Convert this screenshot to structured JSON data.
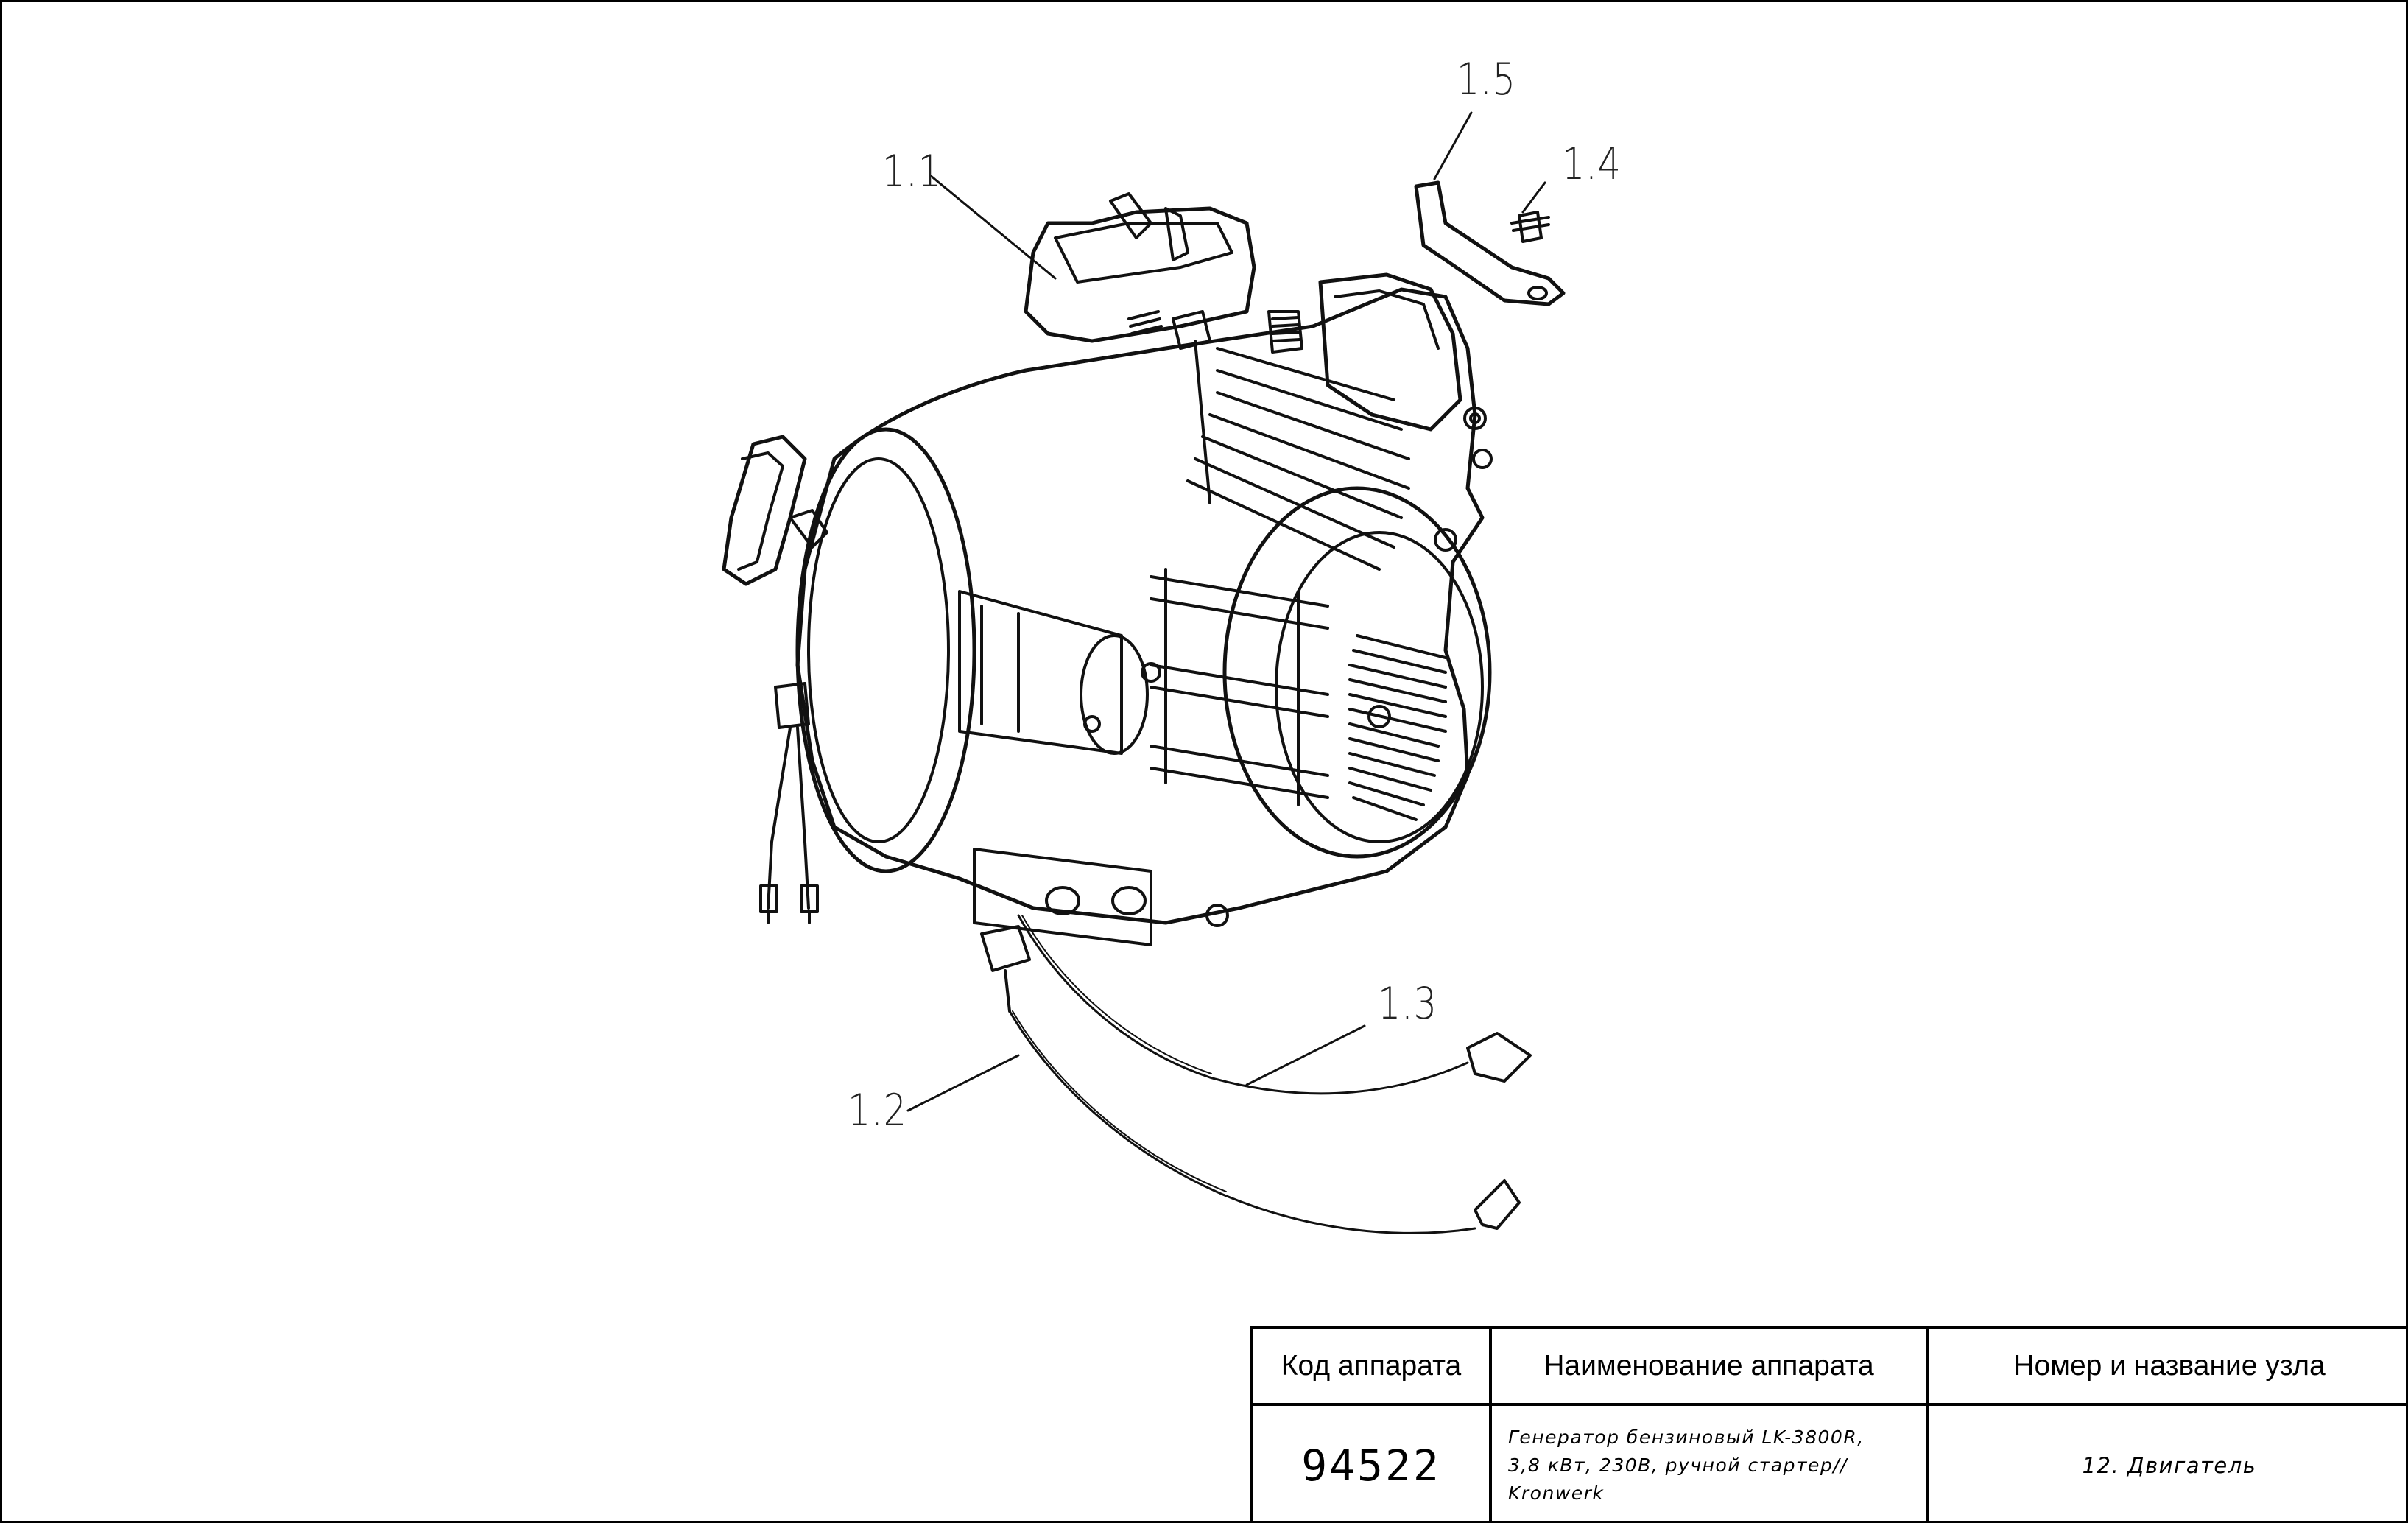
{
  "callouts": [
    {
      "id": "1.1",
      "label": "1.1"
    },
    {
      "id": "1.2",
      "label": "1.2"
    },
    {
      "id": "1.3",
      "label": "1.3"
    },
    {
      "id": "1.4",
      "label": "1.4"
    },
    {
      "id": "1.5",
      "label": "1.5"
    }
  ],
  "title_block": {
    "headers": {
      "code": "Код аппарата",
      "name": "Наименование аппарата",
      "node": "Номер и название узла"
    },
    "code": "94522",
    "name_lines": [
      "Генератор бензиновый LK-3800R,",
      "3,8 кВт, 230В, ручной стартер//",
      "Kronwerk"
    ],
    "node": "12. Двигатель"
  }
}
